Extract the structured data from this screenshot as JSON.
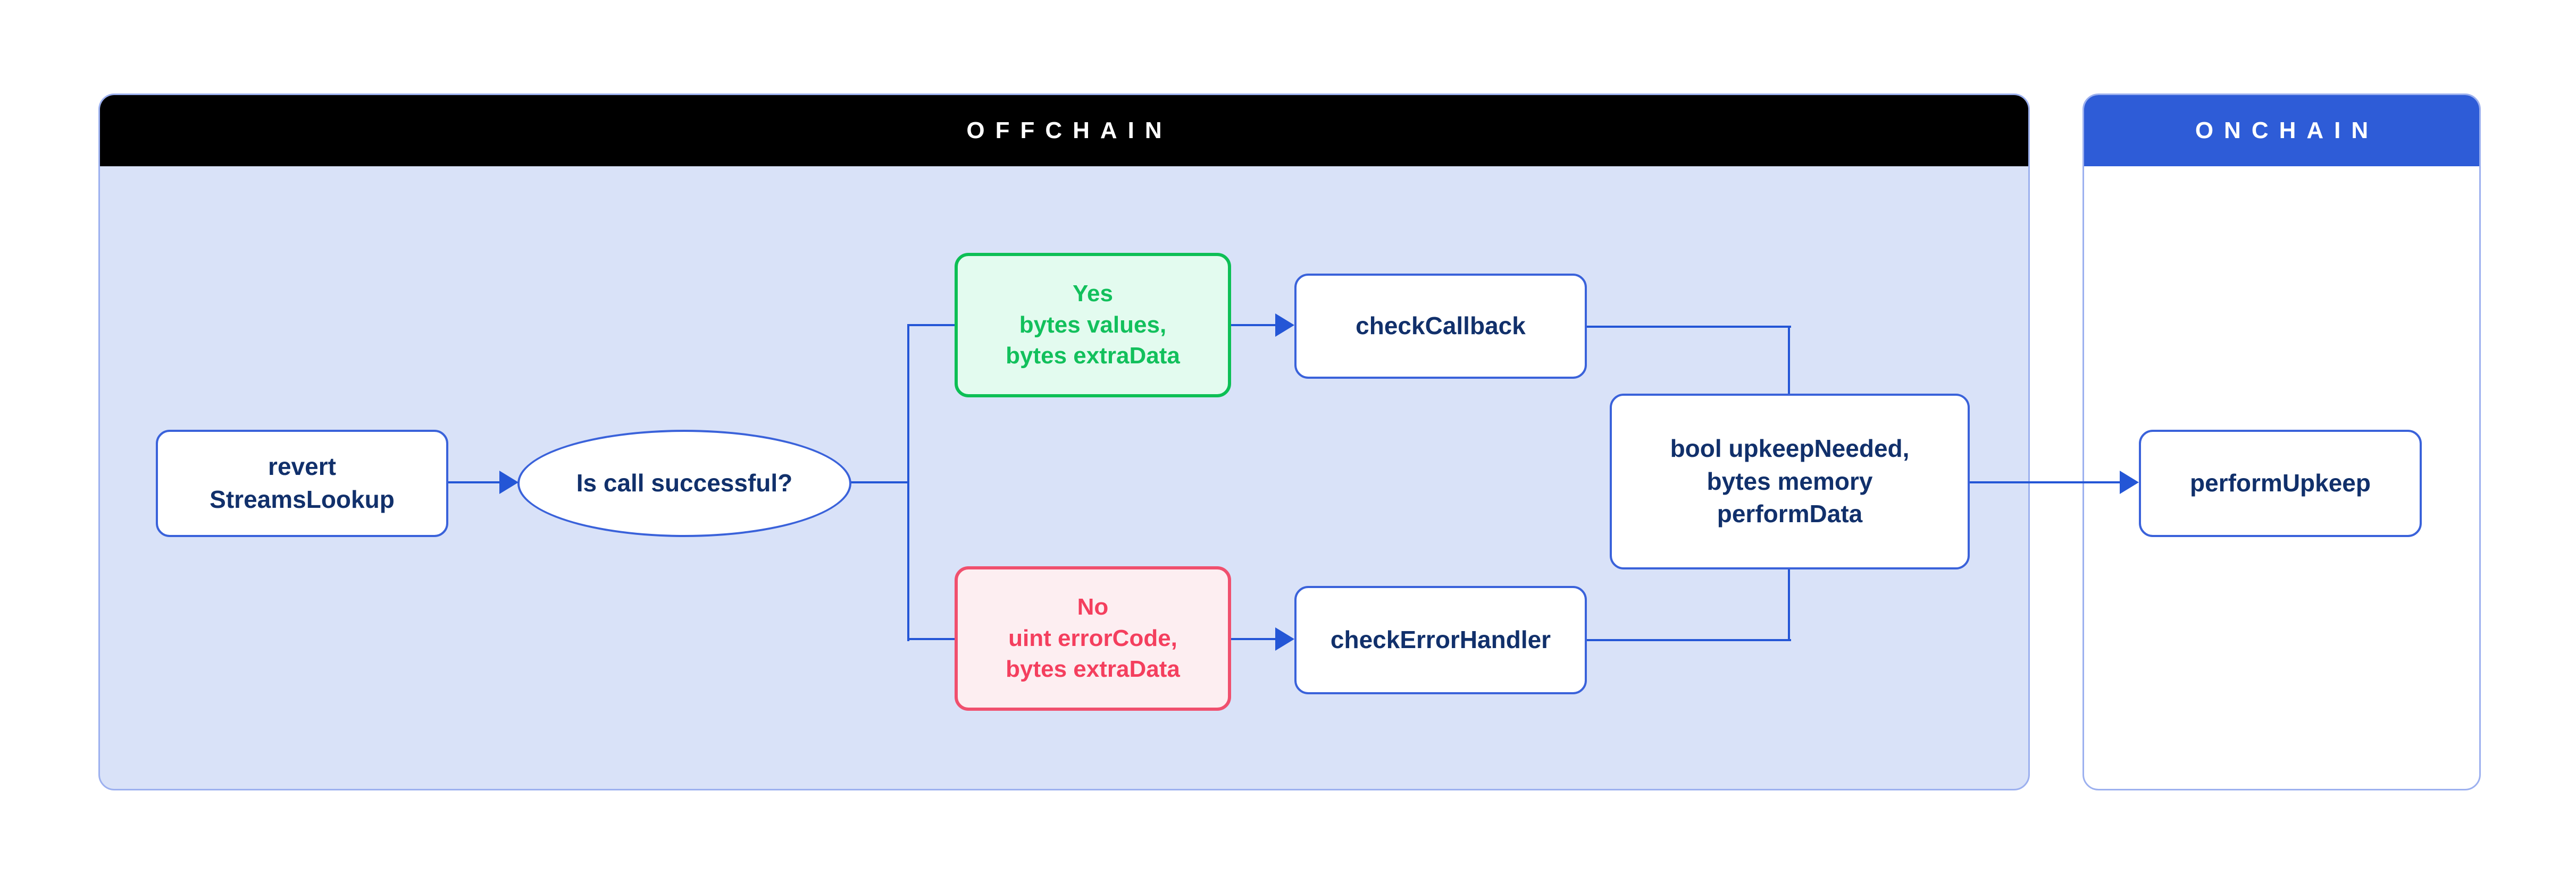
{
  "offchain": {
    "title": "OFFCHAIN",
    "nodes": {
      "revert": "revert\nStreamsLookup",
      "decision": "Is call successful?",
      "yes_branch": "Yes\nbytes values,\nbytes extraData",
      "check_callback": "checkCallback",
      "no_branch": "No\nuint errorCode,\nbytes extraData",
      "check_error_handler": "checkErrorHandler",
      "result": "bool upkeepNeeded,\nbytes memory\nperformData"
    }
  },
  "onchain": {
    "title": "ONCHAIN",
    "nodes": {
      "perform_upkeep": "performUpkeep"
    }
  },
  "colors": {
    "offchain_header_bg": "#000000",
    "onchain_header_bg": "#2e5cd7",
    "panel_fill": "#d9e2f8",
    "panel_border": "#9cb0ef",
    "node_border_blue": "#3a62da",
    "connector_blue": "#2456d6",
    "navy_text": "#11306b",
    "success_green": "#0dbf55",
    "success_fill": "#e3fbef",
    "error_red": "#f0506e",
    "error_fill": "#fdeef1",
    "error_text": "#f43f5e"
  }
}
